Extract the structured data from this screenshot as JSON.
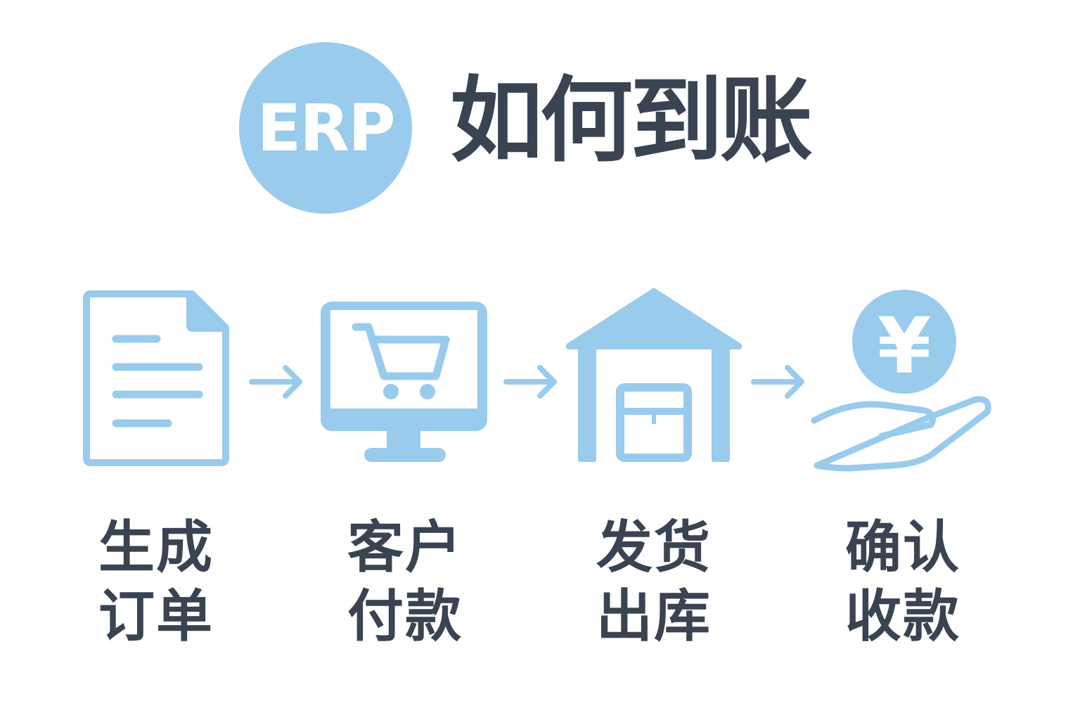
{
  "header": {
    "logo_text": "ERP",
    "title": "如何到账"
  },
  "colors": {
    "accent": "#99cbec",
    "text": "#3a4352"
  },
  "steps": [
    {
      "icon": "document-icon",
      "line1": "生成",
      "line2": "订单"
    },
    {
      "icon": "computer-cart-icon",
      "line1": "客户",
      "line2": "付款"
    },
    {
      "icon": "warehouse-icon",
      "line1": "发货",
      "line2": "出库"
    },
    {
      "icon": "hand-yen-icon",
      "line1": "确认",
      "line2": "收款",
      "symbol": "¥"
    }
  ]
}
